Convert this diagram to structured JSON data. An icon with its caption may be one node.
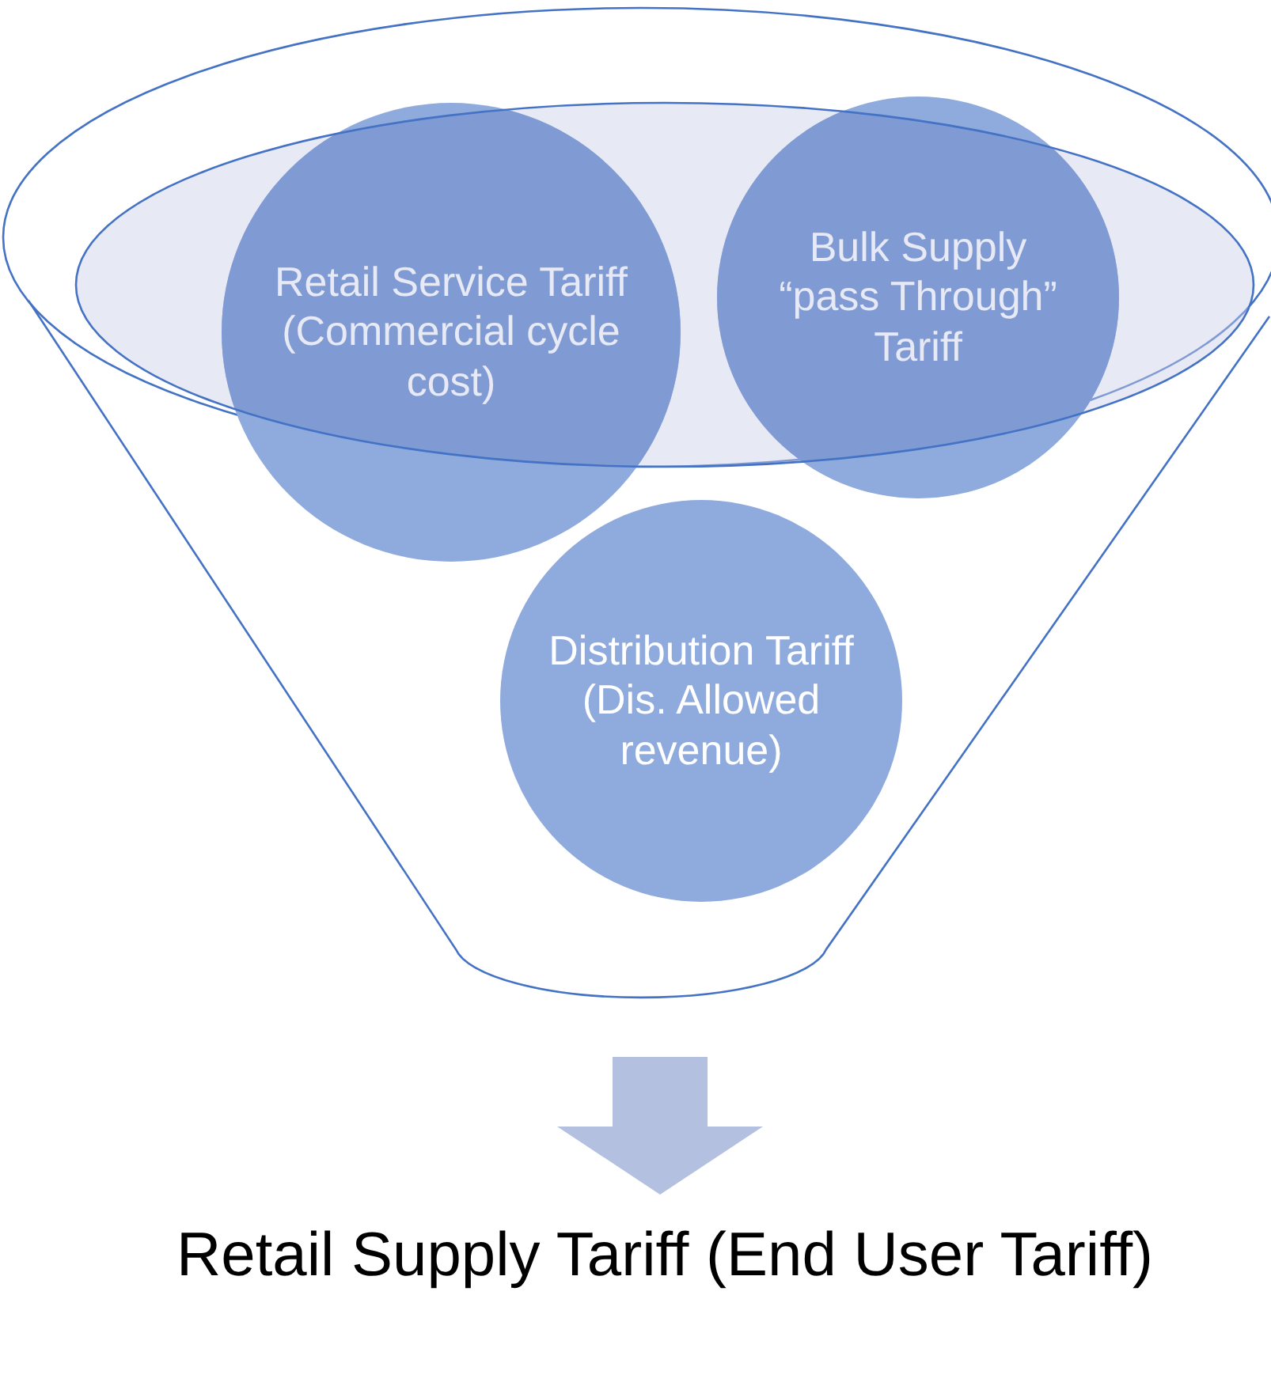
{
  "diagram": {
    "nodes": [
      {
        "text": [],
        "shape": "funnel"
      },
      {
        "text": [
          "Retail Service Tariff (Commercial cycle cost)"
        ],
        "in": 0
      },
      {
        "text": [
          "Bulk Supply “pass Through” Tariff"
        ],
        "in": 0
      },
      {
        "text": [
          "Distribution Tariff (Dis. Allowed revenue)"
        ],
        "in": 0
      },
      {
        "text": [
          "Retail Supply Tariff (End User Tariff)"
        ]
      }
    ],
    "edges": [
      {
        "from": 0,
        "to": 4,
        "arrow": "to",
        "style": "thick"
      }
    ]
  }
}
